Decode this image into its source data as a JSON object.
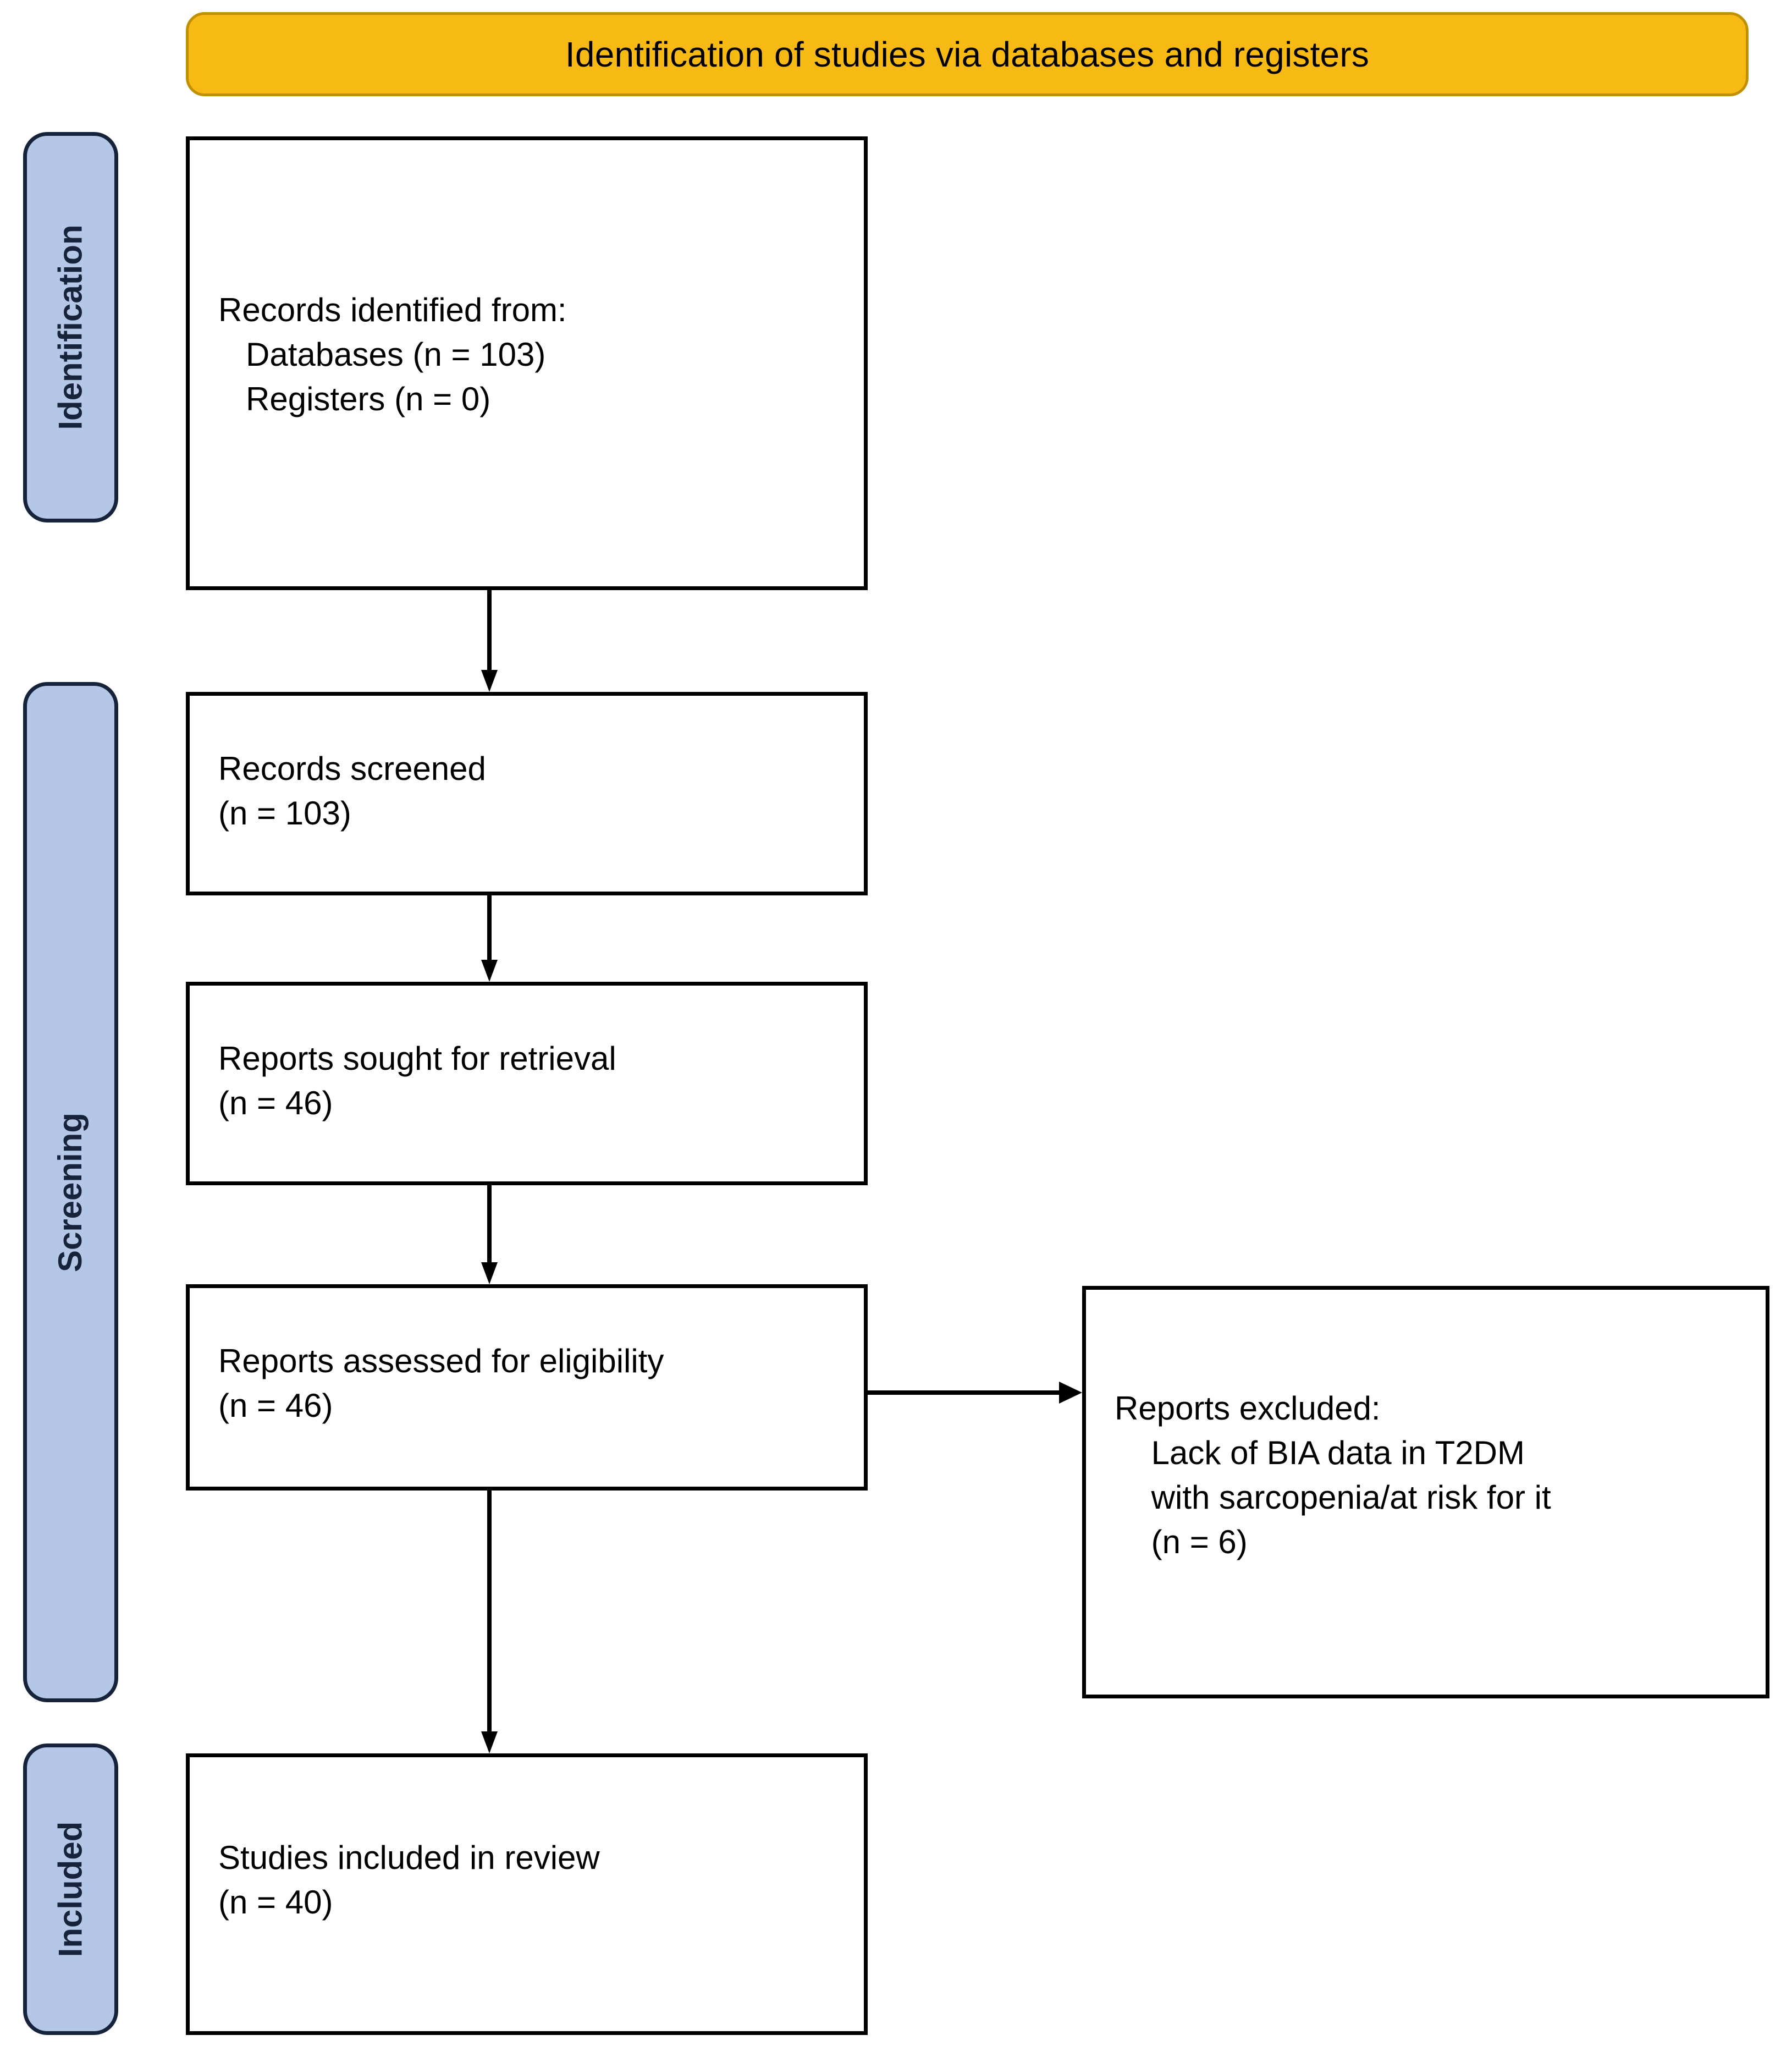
{
  "banner": {
    "title": "Identification of studies via databases and registers",
    "fill_color": "#F7B913",
    "border_color": "#BF9000"
  },
  "stages": [
    {
      "id": "identification",
      "label": "Identification"
    },
    {
      "id": "screening",
      "label": "Screening"
    },
    {
      "id": "included",
      "label": "Included"
    }
  ],
  "stage_colors": {
    "fill": "#B4C7E7",
    "border": "#16233B"
  },
  "boxes": {
    "identified": {
      "text": "Records identified from:\n   Databases (n = 103)\n   Registers (n = 0)"
    },
    "screened": {
      "text": "Records screened\n(n = 103)"
    },
    "sought": {
      "text": "Reports sought for retrieval\n(n = 46)"
    },
    "assessed": {
      "text": "Reports assessed for eligibility\n(n = 46)"
    },
    "excluded": {
      "text": "Reports excluded:\n    Lack of BIA data in T2DM\n    with sarcopenia/at risk for it\n    (n = 6)"
    },
    "included": {
      "text": "Studies included in review\n(n = 40)"
    }
  },
  "chart_data": {
    "type": "diagram",
    "title": "Identification of studies via databases and registers",
    "nodes": [
      {
        "id": "identified",
        "stage": "Identification",
        "label": "Records identified from:",
        "items": [
          {
            "source": "Databases",
            "n": 103
          },
          {
            "source": "Registers",
            "n": 0
          }
        ]
      },
      {
        "id": "screened",
        "stage": "Screening",
        "label": "Records screened",
        "n": 103
      },
      {
        "id": "sought",
        "stage": "Screening",
        "label": "Reports sought for retrieval",
        "n": 46
      },
      {
        "id": "assessed",
        "stage": "Screening",
        "label": "Reports assessed for eligibility",
        "n": 46
      },
      {
        "id": "excluded",
        "stage": "Screening",
        "label": "Reports excluded:",
        "reason": "Lack of BIA data in T2DM with sarcopenia/at risk for it",
        "n": 6
      },
      {
        "id": "included",
        "stage": "Included",
        "label": "Studies included in review",
        "n": 40
      }
    ],
    "edges": [
      {
        "from": "identified",
        "to": "screened",
        "direction": "down"
      },
      {
        "from": "screened",
        "to": "sought",
        "direction": "down"
      },
      {
        "from": "sought",
        "to": "assessed",
        "direction": "down"
      },
      {
        "from": "assessed",
        "to": "excluded",
        "direction": "right"
      },
      {
        "from": "assessed",
        "to": "included",
        "direction": "down"
      }
    ]
  }
}
